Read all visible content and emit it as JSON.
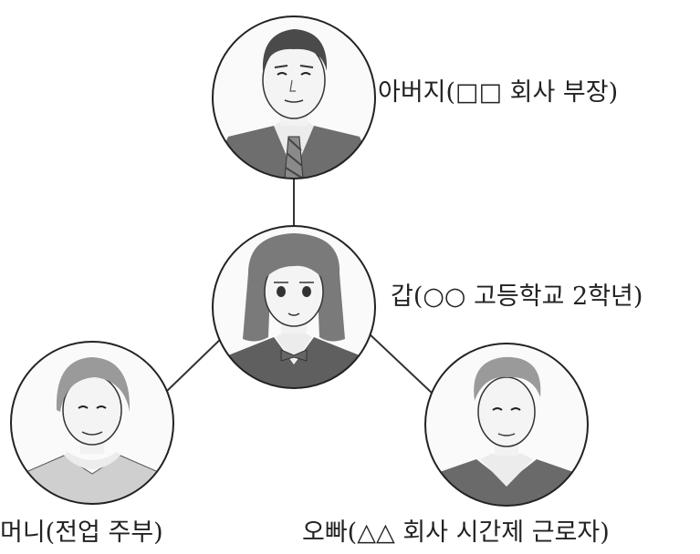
{
  "labels": {
    "father": "아버지(□□ 회사 부장)",
    "self": "갑(○○ 고등학교 2학년)",
    "mother": "머니(전업 주부)",
    "brother": "오빠(△△ 회사 시간제 근로자)"
  },
  "palette": {
    "line": "#333333",
    "face": "#f2f2f2",
    "hair_dark": "#4a4a4a",
    "hair_mid": "#8c8c8c",
    "jacket": "#6e6e6e",
    "shirt": "#e8e8e8"
  }
}
